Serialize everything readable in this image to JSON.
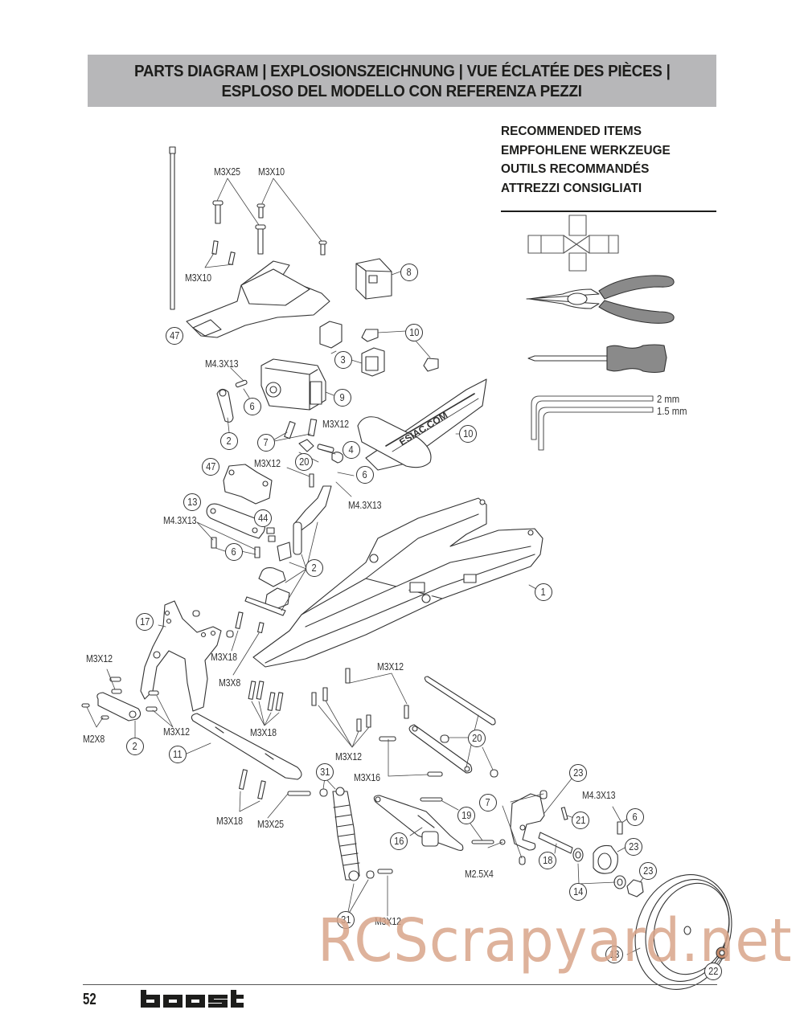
{
  "header": {
    "line1": "PARTS DIAGRAM | EXPLOSIONSZEICHNUNG | VUE ÉCLATÉE DES PIÈCES |",
    "line2": "ESPLOSO DEL MODELLO CON REFERENZA PEZZI"
  },
  "recommended_items": {
    "lines": [
      "RECOMMENDED ITEMS",
      "EMPFOHLENE WERKZEUGE",
      "OUTILS RECOMMANDÉS",
      "ATTREZZI CONSIGLIATI"
    ],
    "tools": [
      {
        "name": "cross-wrench",
        "icon": "cross-wrench-icon"
      },
      {
        "name": "needle-nose-pliers",
        "icon": "pliers-icon"
      },
      {
        "name": "phillips-screwdriver",
        "icon": "screwdriver-icon"
      },
      {
        "name": "hex-keys",
        "icon": "hex-key-icon",
        "sizes": [
          "2 mm",
          "1.5 mm"
        ]
      }
    ]
  },
  "hardware_labels": [
    {
      "id": "l1",
      "text": "M3X25"
    },
    {
      "id": "l2",
      "text": "M3X10"
    },
    {
      "id": "l3",
      "text": "M3X10"
    },
    {
      "id": "l4",
      "text": "M4.3X13"
    },
    {
      "id": "l5",
      "text": "M3X12"
    },
    {
      "id": "l6",
      "text": "M3X12"
    },
    {
      "id": "l7",
      "text": "M4.3X13"
    },
    {
      "id": "l8",
      "text": "M4.3X13"
    },
    {
      "id": "l9",
      "text": "M3X12"
    },
    {
      "id": "l10",
      "text": "M3X18"
    },
    {
      "id": "l11",
      "text": "M3X8"
    },
    {
      "id": "l12",
      "text": "M2X8"
    },
    {
      "id": "l13",
      "text": "M3X12"
    },
    {
      "id": "l14",
      "text": "M3X18"
    },
    {
      "id": "l15",
      "text": "M3X12"
    },
    {
      "id": "l16",
      "text": "M3X12"
    },
    {
      "id": "l17",
      "text": "M3X16"
    },
    {
      "id": "l18",
      "text": "M3X18"
    },
    {
      "id": "l19",
      "text": "M3X25"
    },
    {
      "id": "l20",
      "text": "M4.3X13"
    },
    {
      "id": "l21",
      "text": "M2.5X4"
    },
    {
      "id": "l22",
      "text": "M3X12"
    }
  ],
  "part_callouts": [
    {
      "id": "c47a",
      "num": "47"
    },
    {
      "id": "c8",
      "num": "8"
    },
    {
      "id": "c10a",
      "num": "10"
    },
    {
      "id": "c3",
      "num": "3"
    },
    {
      "id": "c9",
      "num": "9"
    },
    {
      "id": "c6a",
      "num": "6"
    },
    {
      "id": "c2a",
      "num": "2"
    },
    {
      "id": "c10b",
      "num": "10"
    },
    {
      "id": "c7a",
      "num": "7"
    },
    {
      "id": "c4",
      "num": "4"
    },
    {
      "id": "c20a",
      "num": "20"
    },
    {
      "id": "c6b",
      "num": "6"
    },
    {
      "id": "c47b",
      "num": "47"
    },
    {
      "id": "c13a",
      "num": "13"
    },
    {
      "id": "c44",
      "num": "44"
    },
    {
      "id": "c6c",
      "num": "6"
    },
    {
      "id": "c2b",
      "num": "2"
    },
    {
      "id": "c1",
      "num": "1"
    },
    {
      "id": "c17",
      "num": "17"
    },
    {
      "id": "c2c",
      "num": "2"
    },
    {
      "id": "c11",
      "num": "11"
    },
    {
      "id": "c20b",
      "num": "20"
    },
    {
      "id": "c31a",
      "num": "31"
    },
    {
      "id": "c23a",
      "num": "23"
    },
    {
      "id": "c7b",
      "num": "7"
    },
    {
      "id": "c19",
      "num": "19"
    },
    {
      "id": "c21",
      "num": "21"
    },
    {
      "id": "c6d",
      "num": "6"
    },
    {
      "id": "c16",
      "num": "16"
    },
    {
      "id": "c18",
      "num": "18"
    },
    {
      "id": "c23b",
      "num": "23"
    },
    {
      "id": "c23c",
      "num": "23"
    },
    {
      "id": "c14",
      "num": "14"
    },
    {
      "id": "c31b",
      "num": "31"
    },
    {
      "id": "c13b",
      "num": "13"
    },
    {
      "id": "c22",
      "num": "22"
    }
  ],
  "decal_text": "ESIAC.COM",
  "footer": {
    "page_number": "52",
    "brand": "boost"
  },
  "watermark": "RCScrapyard.net"
}
